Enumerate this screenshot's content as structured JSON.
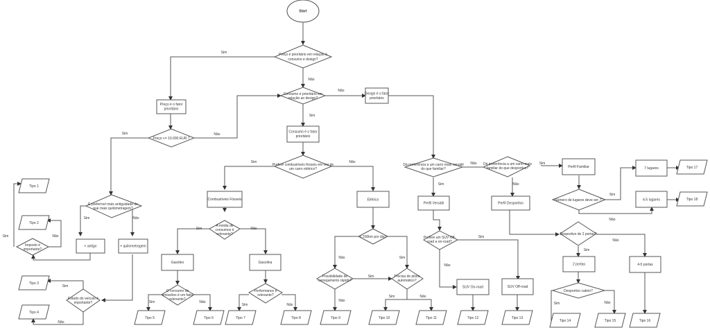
{
  "diagram": {
    "start": "Start",
    "q_price_priority": [
      "Preço é prioritário em relação à",
      "consumo e design?"
    ],
    "q_consumption_priority": [
      "Consumo é prioritário em",
      "relação ao design?"
    ],
    "p_price": [
      "Preço é o fator",
      "prioritário"
    ],
    "p_design": [
      "Design é o fator",
      "prioritário"
    ],
    "p_consumption": [
      "Consumo é o fator",
      "prioritário"
    ],
    "q_price_limit": "Preço <= 10.000 EUR ?",
    "q_age_vs_km": [
      "É preferível mais antiguidade do",
      "que mais quilometragem?"
    ],
    "p_older": "+ antigo",
    "p_more_km": "+ quilometragem",
    "q_tax": [
      "Imposto é",
      "importante?"
    ],
    "q_state": [
      "Estado do veículo é",
      "importante?"
    ],
    "q_fossil": [
      "Prefere combustíveis fósseis em vez de",
      "um carro elétrico?"
    ],
    "p_fossil": "Combustíveis Fósseis",
    "p_electric": "Elétrico",
    "q_avg_consumption": [
      "A média de",
      "consumos é",
      "relevante?"
    ],
    "p_diesel": "Gasóleo",
    "p_gasoline": "Gasolina",
    "q_emissions": [
      "O consumo de",
      "emissões é um fator",
      "relevante?"
    ],
    "q_performance": [
      "Performance  é",
      "relevante?"
    ],
    "q_200km": "< 200km por dia?",
    "q_fast_charge": [
      "Possibilidade de",
      "carregamento rápido?"
    ],
    "q_autopilot": [
      "Precisa de piloto",
      "automático?"
    ],
    "q_versatile": [
      "Dá preferência a um carro mais versátil",
      "do que familiar?"
    ],
    "q_family_sport": [
      "Dá preferência a um carro mais",
      "familiar do que desportivo?"
    ],
    "p_versatile": "Perfil Versátil",
    "p_sport": "Perfil Desportivo",
    "p_family": "Perfil Familiar",
    "q_suv": [
      "Prefere um SUV Off-",
      "road a on-road?"
    ],
    "p_suv_on": "SUV On-road",
    "p_suv_off": "SUV Off-road",
    "q_seats": "Número de lugares deve ser 7?",
    "p_7seats": "7 lugares",
    "p_45seats": "4-5 lugares",
    "q_2doors": "Desportivo de 2 portas?",
    "p_2doors": "2 portas",
    "p_45doors": "4-5 portas",
    "q_cabrio": "Desportivo cabrio?",
    "yes": "Sim",
    "no": "Não",
    "outputs": [
      "Tipo 1",
      "Tipo 2",
      "Tipo 3",
      "Tipo 4",
      "Tipo 5",
      "Tipo 6",
      "Tipo 7",
      "Tipo 8",
      "Tipo 9",
      "Tipo 10",
      "Tipo 11",
      "Tipo 12",
      "Tipo 13",
      "Tipo 14",
      "Tipo 15",
      "Tipo 16",
      "Tipo 17",
      "Tipo 18"
    ]
  }
}
